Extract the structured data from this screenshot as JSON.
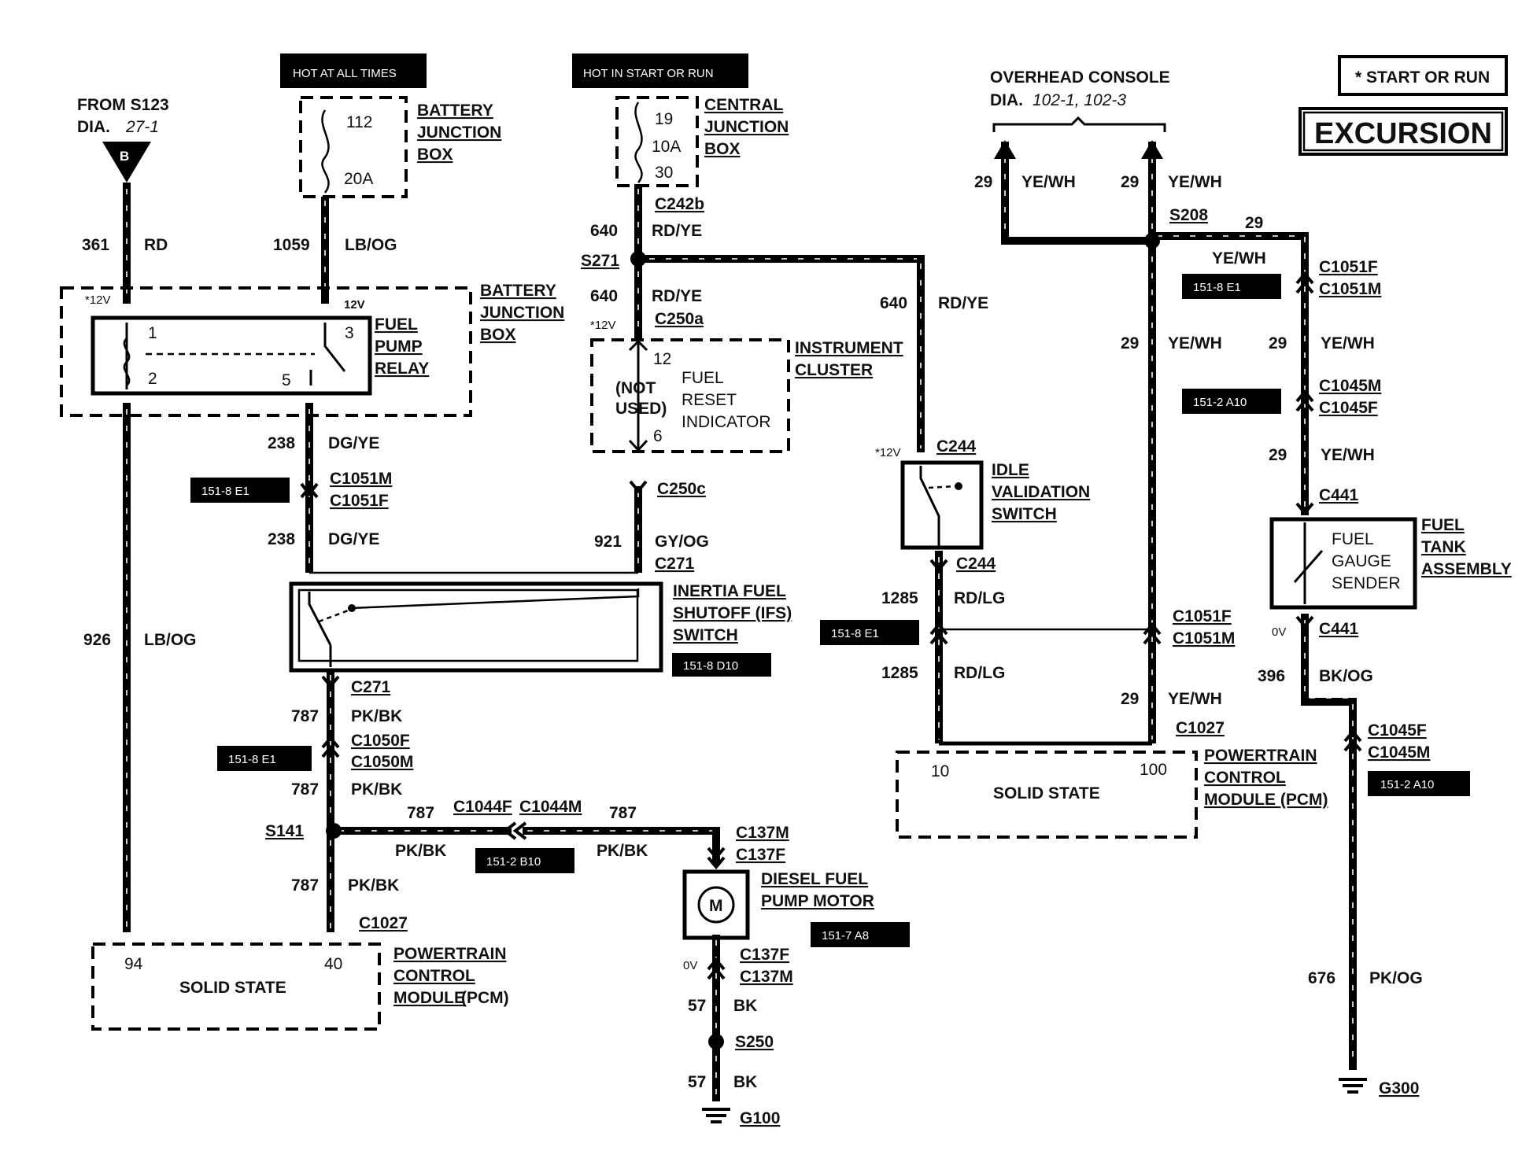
{
  "title": "EXCURSION",
  "legend_start_or_run": "* START OR RUN",
  "hot_at_all_times": "HOT AT ALL TIMES",
  "hot_in_start_or_run": "HOT IN START OR RUN",
  "from": {
    "line1": "FROM S123",
    "dia": "DIA.",
    "dia_num": "27-1",
    "connector": "B"
  },
  "overhead_console": {
    "line1": "OVERHEAD CONSOLE",
    "dia": "DIA.",
    "dia_num": "102-1, 102-3"
  },
  "components": {
    "battery_jb_top": {
      "l1": "BATTERY",
      "l2": "JUNCTION",
      "l3": "BOX",
      "fuse": "112",
      "amps": "20A"
    },
    "central_jb": {
      "l1": "CENTRAL",
      "l2": "JUNCTION",
      "l3": "BOX",
      "fuse": "19",
      "amps": "10A",
      "pin": "30"
    },
    "battery_jb_relay": {
      "l1": "BATTERY",
      "l2": "JUNCTION",
      "l3": "BOX"
    },
    "fuel_pump_relay": {
      "l1": "FUEL",
      "l2": "PUMP",
      "l3": "RELAY",
      "p1": "1",
      "p2": "2",
      "p3": "3",
      "p5": "5"
    },
    "instrument_cluster": {
      "l1": "INSTRUMENT",
      "l2": "CLUSTER",
      "not_used1": "(NOT",
      "not_used2": "USED)",
      "f1": "FUEL",
      "f2": "RESET",
      "f3": "INDICATOR",
      "p12": "12",
      "p6": "6"
    },
    "idle_validation": {
      "l1": "IDLE",
      "l2": "VALIDATION",
      "l3": "SWITCH"
    },
    "fuel_tank": {
      "l1": "FUEL",
      "l2": "TANK",
      "l3": "ASSEMBLY",
      "s1": "FUEL",
      "s2": "GAUGE",
      "s3": "SENDER"
    },
    "ifs": {
      "l1": "INERTIA FUEL",
      "l2": "SHUTOFF (IFS)",
      "l3": "SWITCH"
    },
    "pcm_right": {
      "l1": "POWERTRAIN",
      "l2": "CONTROL",
      "l3": "MODULE (PCM)",
      "state": "SOLID STATE",
      "p10": "10",
      "p100": "100"
    },
    "pcm_left": {
      "l1": "POWERTRAIN",
      "l2": "CONTROL",
      "l3": "MODULE",
      "l3b": "(PCM)",
      "state": "SOLID STATE",
      "p94": "94",
      "p40": "40"
    },
    "diesel_pump": {
      "l1": "DIESEL FUEL",
      "l2": "PUMP MOTOR",
      "m": "M"
    }
  },
  "wires": {
    "w361": "361",
    "rd": "RD",
    "w1059": "1059",
    "lbog": "LB/OG",
    "w640": "640",
    "rdye": "RD/YE",
    "w29": "29",
    "yewh": "YE/WH",
    "w238": "238",
    "dgye": "DG/YE",
    "w921": "921",
    "gyog": "GY/OG",
    "w926": "926",
    "w787": "787",
    "pkbk": "PK/BK",
    "w1285": "1285",
    "rdlg": "RD/LG",
    "w396": "396",
    "bkog": "BK/OG",
    "w676": "676",
    "pkog": "PK/OG",
    "w57": "57",
    "bk": "BK",
    "v12": "*12V",
    "v12b": "12V",
    "v0": "0V"
  },
  "connectors": {
    "c242b": "C242b",
    "s271": "S271",
    "c250a": "C250a",
    "c250c": "C250c",
    "c271": "C271",
    "c1051m": "C1051M",
    "c1051f": "C1051F",
    "c1050f": "C1050F",
    "c1050m": "C1050M",
    "s141": "S141",
    "c1044f": "C1044F",
    "c1044m": "C1044M",
    "c137m": "C137M",
    "c137f": "C137F",
    "s250": "S250",
    "g100": "G100",
    "c1027": "C1027",
    "c244": "C244",
    "s208": "S208",
    "c1045m": "C1045M",
    "c1045f": "C1045F",
    "c441": "C441",
    "g300": "G300"
  },
  "refs": {
    "r_c1051_left": "151-8 E1",
    "r_c1050": "151-8 E1",
    "r_c1044": "151-2 B10",
    "r_ifs": "151-8 D10",
    "r_pump": "151-7 A8",
    "r_c244": "151-8 E1",
    "r_c1051_right": "151-8 E1",
    "r_c1045_top": "151-2 A10",
    "r_c1045_bottom": "151-2 A10"
  }
}
